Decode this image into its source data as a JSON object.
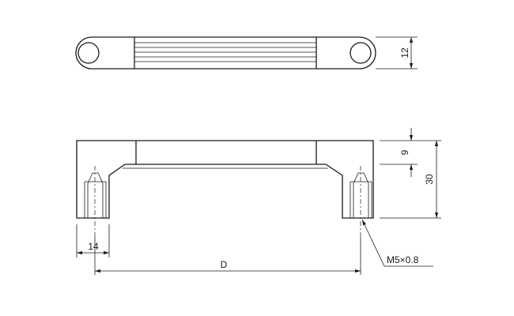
{
  "dimensions": {
    "height_top": "12",
    "inner_dim": "9",
    "total_height": "30",
    "width_14": "14",
    "span": "D",
    "thread": "M5×0.8"
  }
}
